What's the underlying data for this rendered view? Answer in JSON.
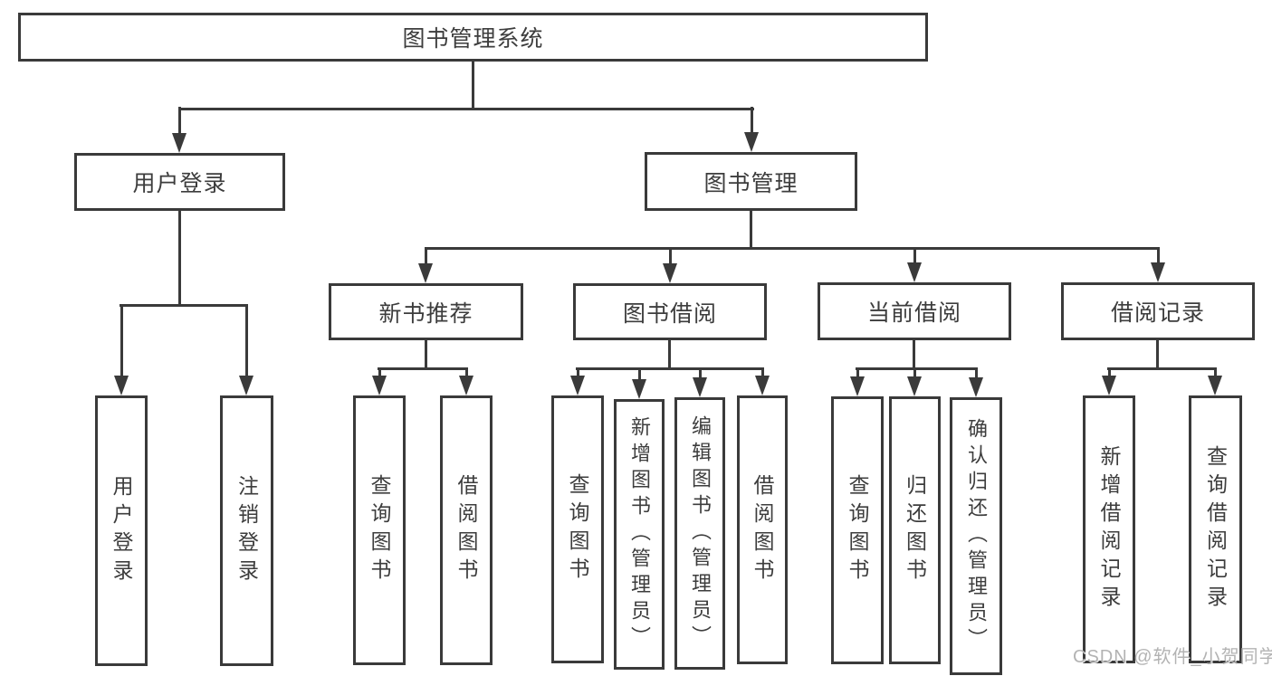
{
  "diagram": {
    "root": "图书管理系统",
    "groups": [
      {
        "label": "用户登录",
        "children": [
          "用户登录",
          "注销登录"
        ]
      },
      {
        "label": "图书管理",
        "subgroups": [
          {
            "label": "新书推荐",
            "children": [
              "查询图书",
              "借阅图书"
            ]
          },
          {
            "label": "图书借阅",
            "children": [
              "查询图书",
              "新增图书（管理员）",
              "编辑图书（管理员）",
              "借阅图书"
            ]
          },
          {
            "label": "当前借阅",
            "children": [
              "查询图书",
              "归还图书",
              "确认归还（管理员）"
            ]
          },
          {
            "label": "借阅记录",
            "children": [
              "新增借阅记录",
              "查询借阅记录"
            ]
          }
        ]
      }
    ]
  },
  "watermark": "CSDN @软件_小贺同学",
  "colors": {
    "line": "#3a3a3a",
    "text": "#3d3d3d",
    "watermark": "#b3b3b3",
    "background": "#ffffff"
  }
}
